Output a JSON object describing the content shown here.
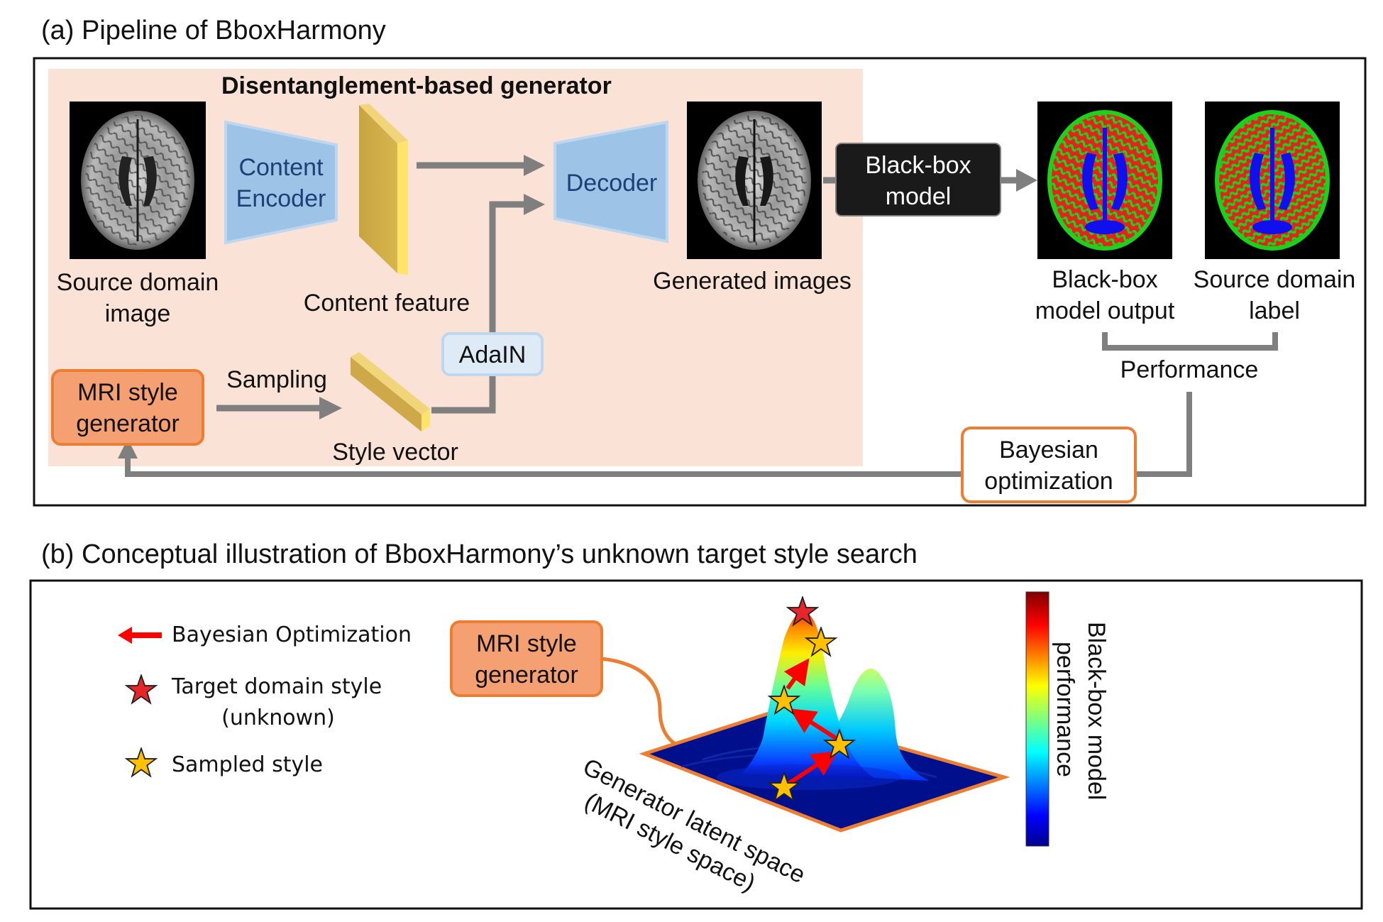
{
  "panel_a": {
    "title": "(a) Pipeline of BboxHarmony",
    "generator_title": "Disentanglement-based  generator",
    "source_label_1": "Source domain",
    "source_label_2": "image",
    "content_encoder_1": "Content",
    "content_encoder_2": "Encoder",
    "content_feature": "Content feature",
    "decoder": "Decoder",
    "generated_images": "Generated images",
    "blackbox_model_1": "Black-box",
    "blackbox_model_2": "model",
    "blackbox_output_1": "Black-box",
    "blackbox_output_2": "model output",
    "source_domain_label_1": "Source domain",
    "source_domain_label_2": "label",
    "performance": "Performance",
    "adain": "AdaIN",
    "mri_style_gen_1": "MRI style",
    "mri_style_gen_2": "generator",
    "sampling": "Sampling",
    "style_vector": "Style vector",
    "bayes_opt_1": "Bayesian",
    "bayes_opt_2": "optimization"
  },
  "panel_b": {
    "title": "(b) Conceptual illustration of BboxHarmony’s unknown target style search",
    "legend_bayes": "Bayesian Optimization",
    "legend_target_1": "Target domain style",
    "legend_target_2": "(unknown)",
    "legend_sampled": "Sampled style",
    "mri_style_gen_1": "MRI style",
    "mri_style_gen_2": "generator",
    "latent_space_1": "Generator latent space",
    "latent_space_2": "(MRI style space)",
    "colorbar_1": "Black-box model",
    "colorbar_2": "performance"
  },
  "colors": {
    "peach_bg": "#fae3d6",
    "encoder_blue": "#9dc3e6",
    "feature_gold": "#e8c55a",
    "orange_box": "#f4a073",
    "orange_border": "#ed7d31",
    "arrow_gray": "#7f7f7f",
    "adain_blue": "#deebf7",
    "blackbox_dark": "#1a1a1a",
    "arrow_red": "#ff0000",
    "star_red": "#e8262a",
    "star_gold": "#ffc000"
  },
  "icons": {
    "brain_mri": "grayscale-axial-brain-slice",
    "segmentation_map": "red-green-blue-brain-segmentation",
    "target_star": "red-star-icon",
    "sampled_star": "gold-star-icon",
    "bo_arrow": "red-arrow-icon"
  }
}
